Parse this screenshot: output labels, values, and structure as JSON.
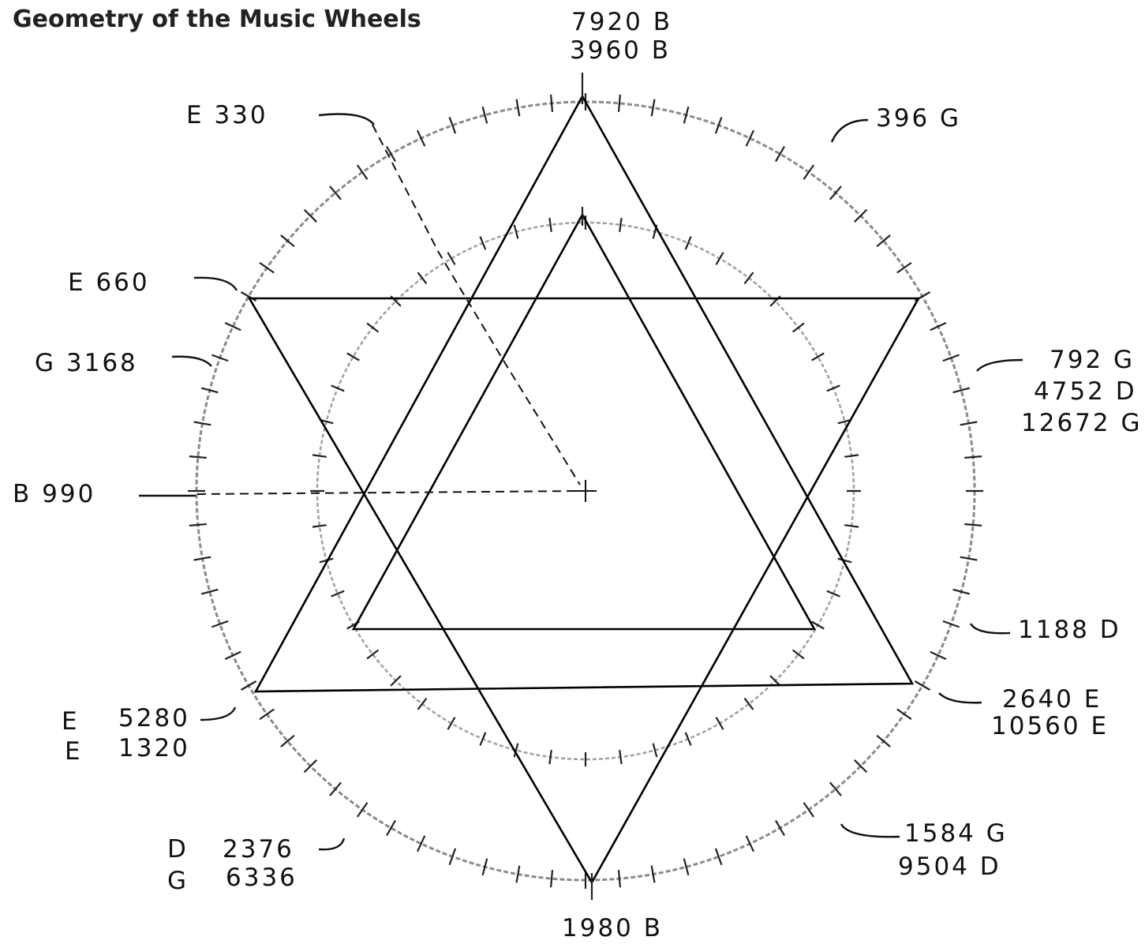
{
  "title": "Geometry of the Music Wheels",
  "labels": {
    "top_1": "7920 B",
    "top_2": "3960 B",
    "e330": "E  330",
    "g396": "396 G",
    "e660": "E  660",
    "g3168": "G  3168",
    "right_1": "792 G",
    "right_2": "4752 D",
    "right_3": "12672 G",
    "b990": "B  990",
    "d1188": "1188 D",
    "e2640": "2640 E",
    "e10560": "10560 E",
    "e5280_letter": "E",
    "e5280_value": "5280",
    "e1320_letter": "E",
    "e1320_value": "1320",
    "d2376_letter": "D",
    "d2376_value": "2376",
    "g6336_letter": "G",
    "g6336_value": "6336",
    "g1584": "1584 G",
    "d9504": "9504 D",
    "bottom": "1980 B"
  }
}
